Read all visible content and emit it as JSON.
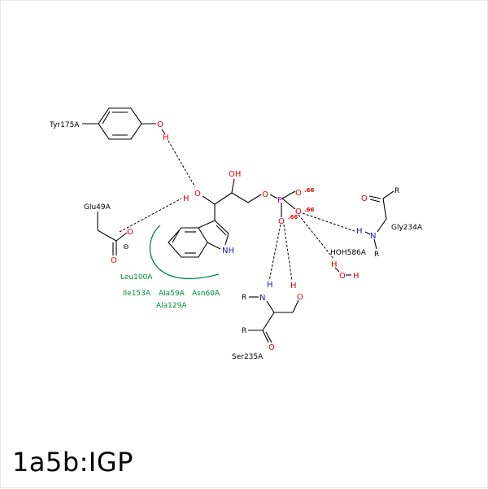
{
  "title": "1a5b:IGP",
  "residues": {
    "tyr": "Tyr175A",
    "glu": "Glu49A",
    "gly": "Gly234A",
    "ser": "Ser235A",
    "water": "HOH586A"
  },
  "hydrophobic": {
    "leu100": "Leu100A",
    "ile153": "Ile153A",
    "ala59": "Ala59A",
    "asn60": "Asn60A",
    "ala129": "Ala129A"
  },
  "atoms": {
    "O": "O",
    "H": "H",
    "N": "N",
    "P": "P",
    "R": "R",
    "NH": "NH",
    "OH": "OH",
    "charge": ".66",
    "minus": "⊖"
  },
  "colors": {
    "oxygen": "#e00000",
    "nitrogen": "#1a1aaa",
    "phosphorus": "#b000b0",
    "hydrophobic": "#00873c"
  }
}
